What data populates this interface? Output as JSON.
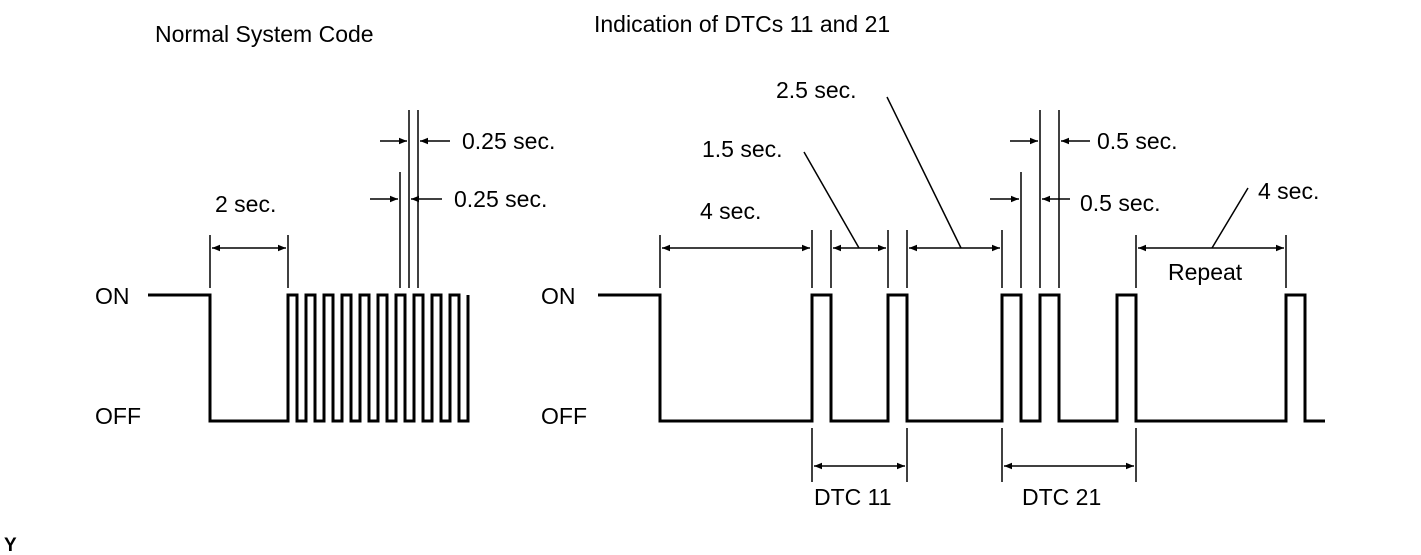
{
  "left": {
    "title": "Normal System Code",
    "on_label": "ON",
    "off_label": "OFF",
    "dim_2": "2 sec.",
    "dim_025_top": "0.25 sec.",
    "dim_025_bottom": "0.25 sec."
  },
  "right": {
    "title": "Indication of DTCs 11 and 21",
    "on_label": "ON",
    "off_label": "OFF",
    "dim_4_first": "4 sec.",
    "dim_15": "1.5 sec.",
    "dim_25": "2.5 sec.",
    "dim_05_top": "0.5 sec.",
    "dim_05_bottom": "0.5 sec.",
    "dim_4_repeat": "4 sec.",
    "repeat_label": "Repeat",
    "dtc11_label": "DTC 11",
    "dtc21_label": "DTC 21"
  },
  "corner_mark": "Y"
}
